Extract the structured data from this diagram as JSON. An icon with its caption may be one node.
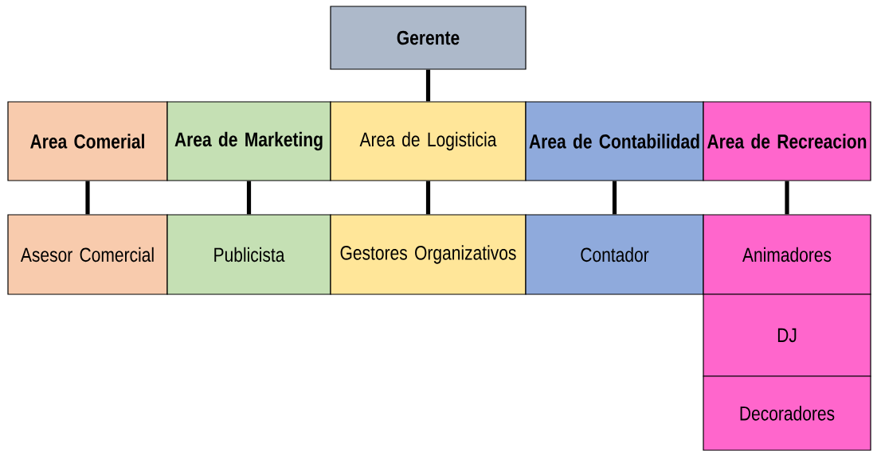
{
  "diagram": {
    "nodes": [
      {
        "text": [
          "Gerente"
        ]
      },
      {
        "text": [
          "Area Comerial"
        ]
      },
      {
        "text": [
          "Area de Marketing"
        ]
      },
      {
        "text": [
          "Area de Logisticia"
        ]
      },
      {
        "text": [
          "Area de Contabilidad"
        ]
      },
      {
        "text": [
          "Area de Recreacion"
        ]
      },
      {
        "text": [
          "Asesor Comercial"
        ]
      },
      {
        "text": [
          "Publicista"
        ]
      },
      {
        "text": [
          "Gestores Organizativos"
        ]
      },
      {
        "text": [
          "Contador"
        ]
      },
      {
        "text": [
          "Animadores"
        ]
      },
      {
        "text": [
          "DJ"
        ]
      },
      {
        "text": [
          "Decoradores"
        ]
      }
    ],
    "edges": [
      {
        "from": 0,
        "to": 3,
        "arrow": "none"
      },
      {
        "from": 1,
        "to": 6,
        "arrow": "none"
      },
      {
        "from": 2,
        "to": 7,
        "arrow": "none"
      },
      {
        "from": 3,
        "to": 8,
        "arrow": "none"
      },
      {
        "from": 4,
        "to": 9,
        "arrow": "none"
      },
      {
        "from": 5,
        "to": 10,
        "arrow": "none"
      }
    ]
  }
}
